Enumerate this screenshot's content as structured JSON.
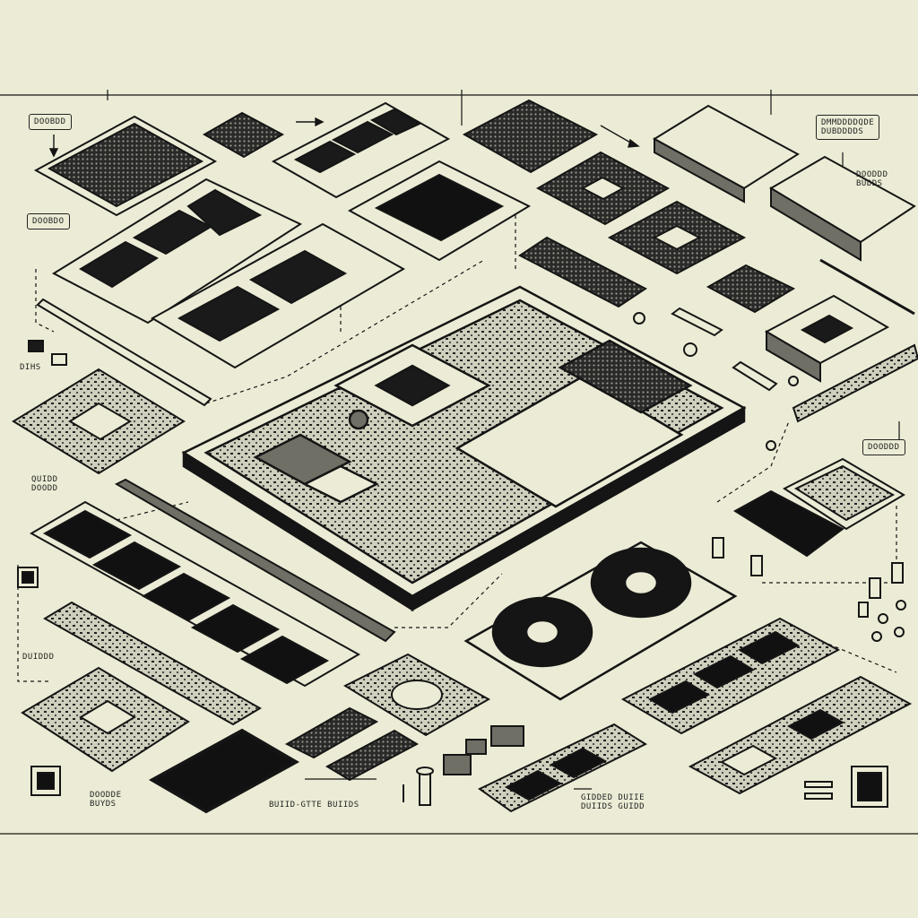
{
  "colors": {
    "background": "#ececd6",
    "ink": "#151515",
    "mid": "#6f6f66",
    "light": "#d8d8c6"
  },
  "labels": {
    "top_left": "DOOBDD",
    "left_mid": "DOOBDO",
    "left_small": "DIHS",
    "left_lower": "QUIDD\nDOODD",
    "left_bottom": "DUIDDD",
    "bottom_left": "DOODDE\nBUYDS",
    "bottom_center": "BUIID-GTTE BUIIDS",
    "bottom_right": "GIDDED DUIIE\nDUIIDS GUIDD",
    "top_right_box": "DMMDDDDQDE\nDUBDDDDS",
    "right_top": "DOODDD\nBUDDS",
    "right_mid": "DOODDD"
  }
}
